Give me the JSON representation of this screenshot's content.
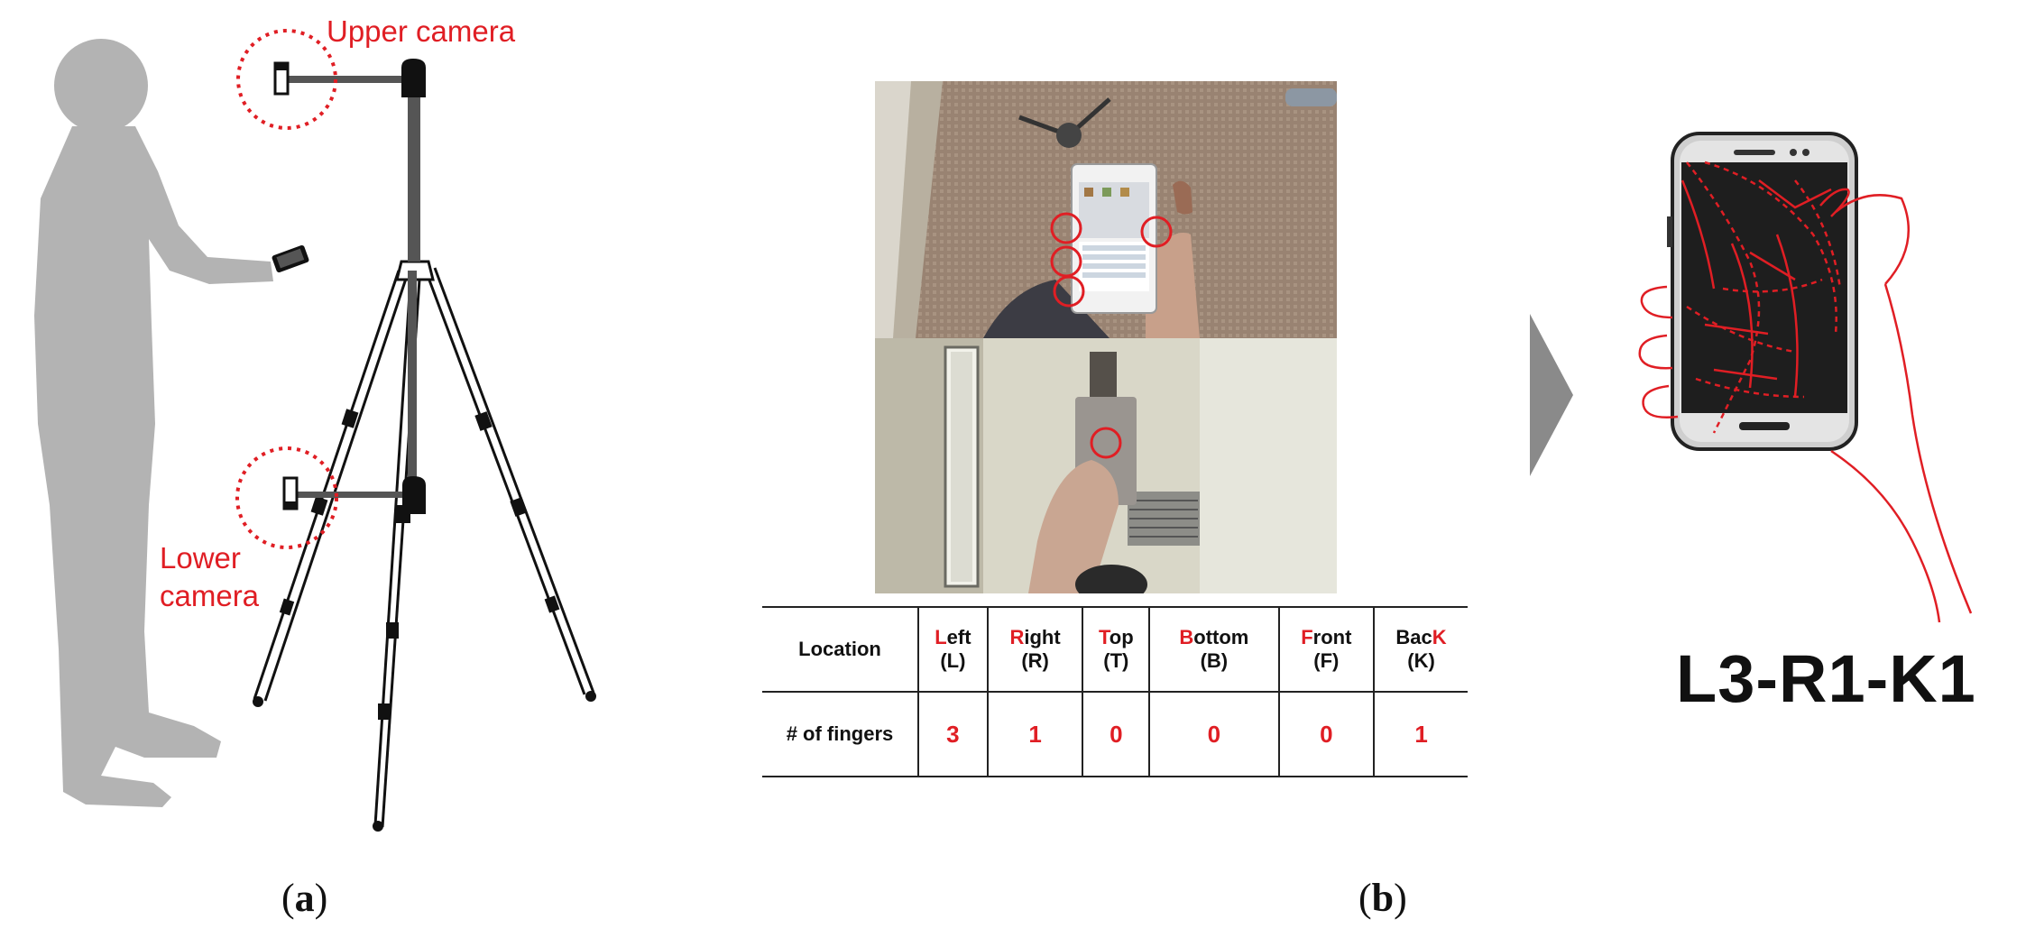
{
  "panel_a": {
    "upper_camera_label": "Upper camera",
    "lower_camera_label_line1": "Lower",
    "lower_camera_label_line2": "camera",
    "caption": "(a)"
  },
  "panel_b": {
    "caption": "(b)",
    "table": {
      "row_headers": [
        "Location",
        "# of fingers"
      ],
      "columns": [
        {
          "highlight": "L",
          "rest": "eft",
          "abbr": "(L)",
          "count": "3"
        },
        {
          "highlight": "R",
          "rest": "ight",
          "abbr": "(R)",
          "count": "1"
        },
        {
          "highlight": "T",
          "rest": "op",
          "abbr": "(T)",
          "count": "0"
        },
        {
          "highlight": "B",
          "rest": "ottom",
          "abbr": "(B)",
          "count": "0"
        },
        {
          "highlight": "F",
          "rest": "ront",
          "abbr": "(F)",
          "count": "0"
        },
        {
          "prefix": "Bac",
          "highlight": "K",
          "abbr": "(K)",
          "count": "1"
        }
      ]
    }
  },
  "panel_c": {
    "grip_code": "L3-R1-K1"
  },
  "colors": {
    "accent_red": "#e01e24",
    "silhouette_gray": "#b3b3b3",
    "arrow_gray": "#8a8a8a"
  }
}
